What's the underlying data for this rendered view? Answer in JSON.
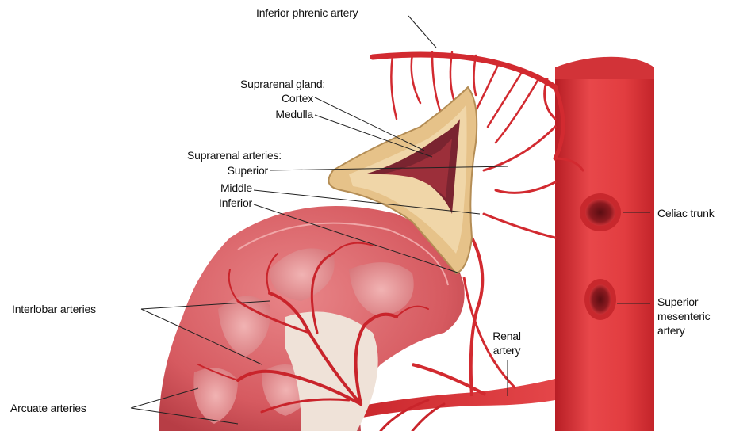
{
  "labels": {
    "inferior_phrenic_artery": "Inferior phrenic artery",
    "suprarenal_gland": "Suprarenal gland:",
    "cortex": "Cortex",
    "medulla": "Medulla",
    "suprarenal_arteries": "Suprarenal arteries:",
    "superior": "Superior",
    "middle": "Middle",
    "inferior": "Inferior",
    "celiac_trunk": "Celiac trunk",
    "superior_mesenteric_artery": [
      "Superior",
      "mesenteric",
      "artery"
    ],
    "renal_artery": [
      "Renal",
      "artery"
    ],
    "interlobar_arteries": "Interlobar arteries",
    "arcuate_arteries": "Arcuate arteries"
  },
  "colors": {
    "artery": "#d42a2f",
    "aorta": "#e03a3c",
    "kidney": "#d9646a",
    "gland_cortex": "#e7c48c",
    "gland_medulla": "#7a2430"
  }
}
